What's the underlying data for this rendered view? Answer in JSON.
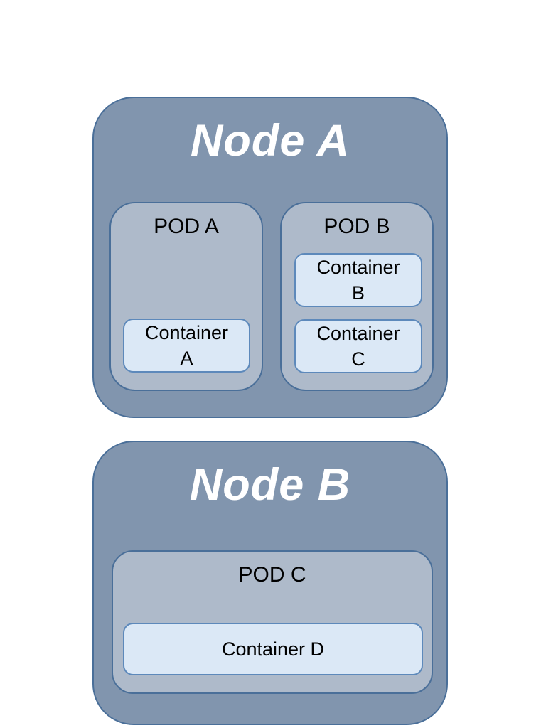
{
  "colors": {
    "node-fill": "#8195ae",
    "node-border": "#4a6f99",
    "pod-fill": "#aebaca",
    "pod-border": "#4a6f99",
    "container-fill": "#dbe8f6",
    "container-border": "#5d89bb",
    "node-title-color": "#ffffff",
    "label-color": "#000000",
    "page-background": "#ffffff"
  },
  "diagram": {
    "nodes": [
      {
        "title": "Node A",
        "pods": [
          {
            "label": "POD A",
            "containers": [
              {
                "label": "Container A"
              }
            ]
          },
          {
            "label": "POD B",
            "containers": [
              {
                "label": "Container B"
              },
              {
                "label": "Container C"
              }
            ]
          }
        ]
      },
      {
        "title": "Node B",
        "pods": [
          {
            "label": "POD C",
            "containers": [
              {
                "label": "Container D"
              }
            ]
          }
        ]
      }
    ]
  }
}
